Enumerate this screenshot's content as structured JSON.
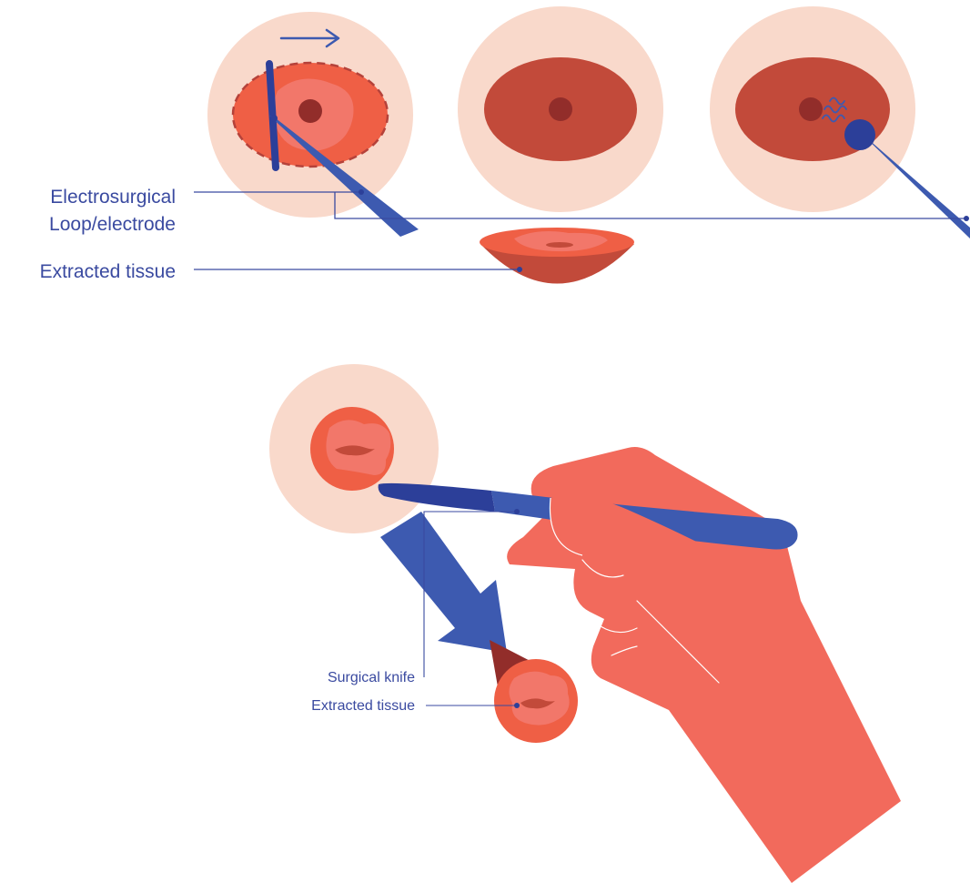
{
  "labels": {
    "electrosurgical_line1": "Electrosurgical",
    "electrosurgical_line2": "Loop/electrode",
    "extracted_tissue_top": "Extracted tissue",
    "surgical_knife": "Surgical knife",
    "extracted_tissue_bottom": "Extracted tissue"
  },
  "colors": {
    "skin": "#f9d9cb",
    "tissue": "#c24a3a",
    "tissue_bright": "#ef5f45",
    "tissue_light": "#f2776a",
    "dark_core": "#922d2a",
    "hand": "#f26a5c",
    "tool_blue": "#3d5ab0",
    "tool_dark": "#2c3f99",
    "label_text": "#3a4aa0"
  }
}
